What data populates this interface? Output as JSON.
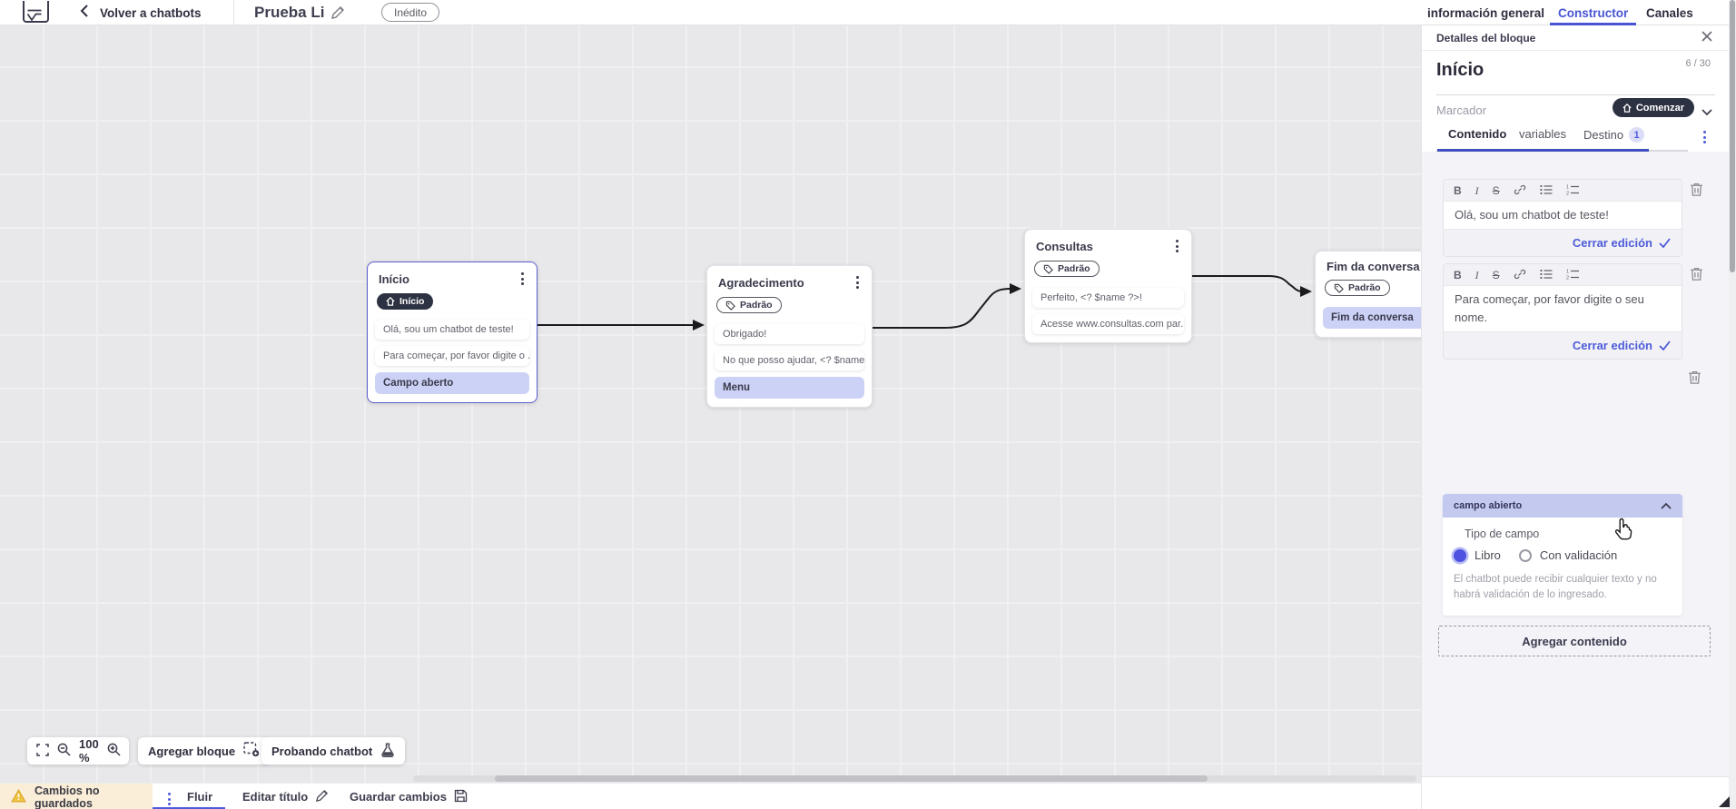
{
  "header": {
    "back_label": "Volver a chatbots",
    "doc_title": "Prueba Li",
    "status_badge": "Inédito",
    "tabs": [
      {
        "label": "información general",
        "active": false
      },
      {
        "label": "Constructor",
        "active": true
      },
      {
        "label": "Canales",
        "active": false
      }
    ]
  },
  "panel": {
    "title": "Detalles del bloque",
    "block_name": "Início",
    "char_counter": "6 / 30",
    "marker_label": "Marcador",
    "marker_value": "Comenzar",
    "tabs": [
      {
        "label": "Contenido",
        "active": true
      },
      {
        "label": "variables",
        "active": false
      },
      {
        "label": "Destino",
        "active": false,
        "badge": "1"
      }
    ],
    "editor_toolbar": {
      "bold": "B",
      "italic": "I",
      "strike": "S"
    },
    "editors": [
      {
        "text": "Olá, sou um chatbot de teste!",
        "close_label": "Cerrar edición"
      },
      {
        "text": "Para começar, por favor digite o seu nome.",
        "close_label": "Cerrar edición"
      }
    ],
    "open_field": {
      "header": "campo abierto",
      "type_label": "Tipo de campo",
      "options": [
        {
          "label": "Libro",
          "selected": true
        },
        {
          "label": "Con validación",
          "selected": false
        }
      ],
      "help_text": "El chatbot puede recibir cualquier texto y no habrá validación de lo ingresado."
    },
    "add_content_label": "Agregar contenido"
  },
  "canvas": {
    "zoom_level": "100 %",
    "add_block_label": "Agregar bloque",
    "test_chatbot_label": "Probando chatbot",
    "nodes": [
      {
        "title": "Início",
        "badge": "Início",
        "badge_style": "dark",
        "selected": true,
        "rows": [
          {
            "text": "Olá, sou um chatbot de teste!",
            "type": "message"
          },
          {
            "text": "Para começar, por favor digite o ...",
            "type": "message"
          },
          {
            "text": "Campo aberto",
            "type": "field"
          }
        ]
      },
      {
        "title": "Agradecimento",
        "badge": "Padrão",
        "badge_style": "outline",
        "selected": false,
        "rows": [
          {
            "text": "Obrigado!",
            "type": "message"
          },
          {
            "text": "No que posso ajudar, <? $name ...",
            "type": "message"
          },
          {
            "text": "Menu",
            "type": "field"
          }
        ]
      },
      {
        "title": "Consultas",
        "badge": "Padrão",
        "badge_style": "outline",
        "selected": false,
        "rows": [
          {
            "text": "Perfeito, <? $name ?>!",
            "type": "message"
          },
          {
            "text": "Acesse www.consultas.com par...",
            "type": "message"
          }
        ]
      },
      {
        "title": "Fim da conversa",
        "badge": "Padrão",
        "badge_style": "outline",
        "selected": false,
        "rows": [
          {
            "text": "Fim da conversa",
            "type": "field"
          }
        ]
      }
    ]
  },
  "footer": {
    "unsaved_label": "Cambios no guardados",
    "flow_tab": "Fluir",
    "edit_title_label": "Editar título",
    "save_label": "Guardar cambios"
  },
  "icons": [
    "app-logo",
    "chevron-left",
    "pencil",
    "close-x",
    "home",
    "chevron-down",
    "chevron-up",
    "tag",
    "link",
    "bullet-list",
    "numbered-list",
    "trash",
    "check",
    "fullscreen",
    "zoom-out",
    "zoom-in",
    "block-plus",
    "flask",
    "warning-triangle",
    "floppy-disk",
    "kebab-menu",
    "cursor-hand"
  ],
  "colors": {
    "accent": "#4d5bd9",
    "tab_active": "#4955d4",
    "dark_badge": "#2c3242",
    "lavender_row": "#ccd2f6",
    "field_header": "#c4c9f0",
    "selected_node_border": "#5a5ecf",
    "warning_bg": "#faeed8",
    "warning_icon": "#eec33f",
    "canvas_bg": "#e8e8ea",
    "panel_bg": "#f3f3f8",
    "edge": "#1b1b1f"
  }
}
